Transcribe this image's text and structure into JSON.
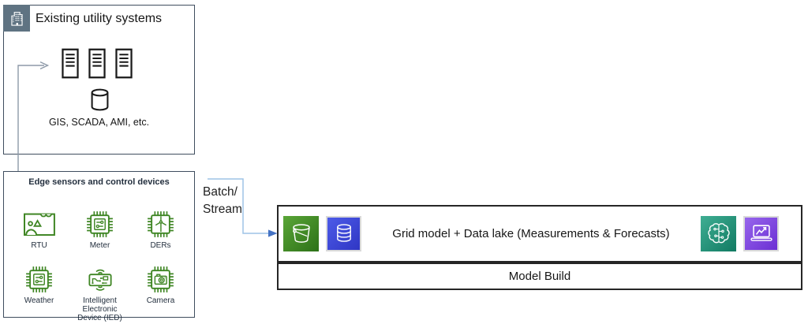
{
  "existing_box": {
    "title": "Existing utility systems",
    "caption": "GIS, SCADA, AMI, etc.",
    "icons": [
      "building-icon",
      "server-icon",
      "server-icon",
      "server-icon",
      "database-cylinder-icon"
    ]
  },
  "edge_box": {
    "title": "Edge sensors and control devices",
    "devices": [
      {
        "label": "RTU",
        "icon": "rtu-icon"
      },
      {
        "label": "Meter",
        "icon": "meter-chip-icon"
      },
      {
        "label": "DERs",
        "icon": "wind-turbine-chip-icon"
      },
      {
        "label": "Weather",
        "icon": "weather-chip-icon"
      },
      {
        "label": "Intelligent Electronic Device (IED)",
        "icon": "ied-circuit-icon"
      },
      {
        "label": "Camera",
        "icon": "camera-chip-icon"
      }
    ]
  },
  "flow": {
    "line1": "Batch/",
    "line2": "Stream"
  },
  "grid_box": {
    "title": "Grid model + Data lake (Measurements & Forecasts)",
    "left_icons": [
      "s3-bucket-icon",
      "database-icon"
    ],
    "right_icons": [
      "ml-brain-icon",
      "analytics-laptop-icon"
    ]
  },
  "model_box": {
    "title": "Model Build"
  },
  "colors": {
    "device_green": "#3F8624",
    "label_navy": "#232F3E",
    "box_border_slate": "#3F4D5E",
    "header_tile_slate": "#5F7382",
    "right_box_border": "#262626",
    "flow_arrow_line_blue": "#9DC3E6",
    "flow_arrow_head_blue": "#4472C4",
    "link_arrow_gray": "#8D99A8",
    "s3_green_gradient": [
      "#5AA637",
      "#2D7118"
    ],
    "db_blue_gradient": [
      "#4D5BE8",
      "#2F36C4"
    ],
    "ml_teal_gradient": [
      "#3FAE93",
      "#117A62"
    ],
    "analytics_purple_gradient": [
      "#9766EC",
      "#6B2FD3"
    ]
  }
}
